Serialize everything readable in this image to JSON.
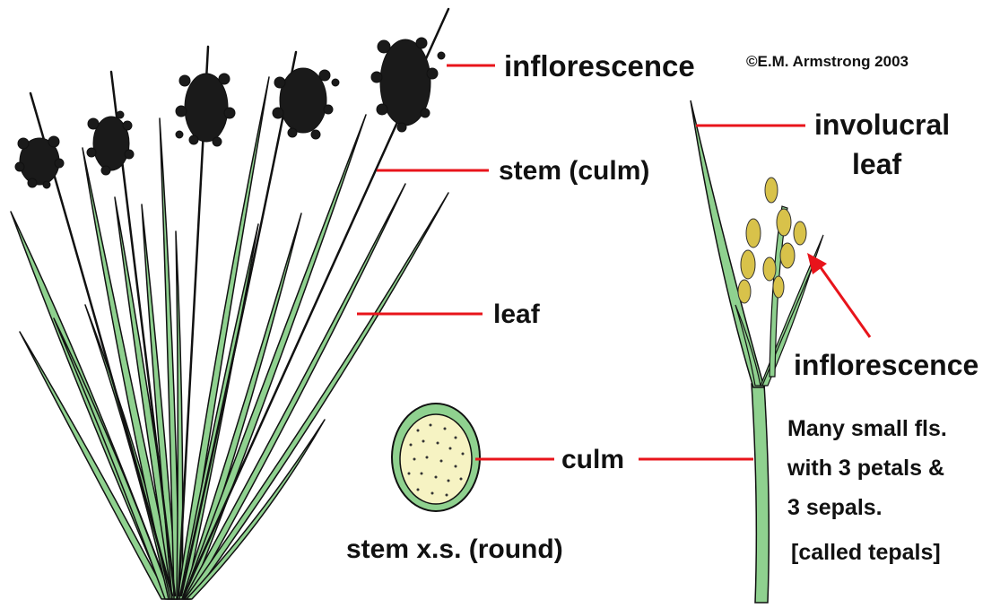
{
  "copyright": "©E.M. Armstrong 2003",
  "labels": {
    "inflorescence_top": "inflorescence",
    "stem_culm": "stem (culm)",
    "leaf": "leaf",
    "involucral_line1": "involucral",
    "involucral_line2": "leaf",
    "inflorescence_right": "inflorescence",
    "culm": "culm",
    "stem_xs": "stem x.s. (round)",
    "desc_line1": "Many small fls.",
    "desc_line2": "with 3 petals &",
    "desc_line3": "3 sepals.",
    "desc_line4": "[called tepals]"
  },
  "colors": {
    "leaf_green": "#8fd18f",
    "outline": "#111111",
    "leader_red": "#e8141b",
    "pith": "#f6f3c3",
    "spikelet": "#d8c24a"
  }
}
